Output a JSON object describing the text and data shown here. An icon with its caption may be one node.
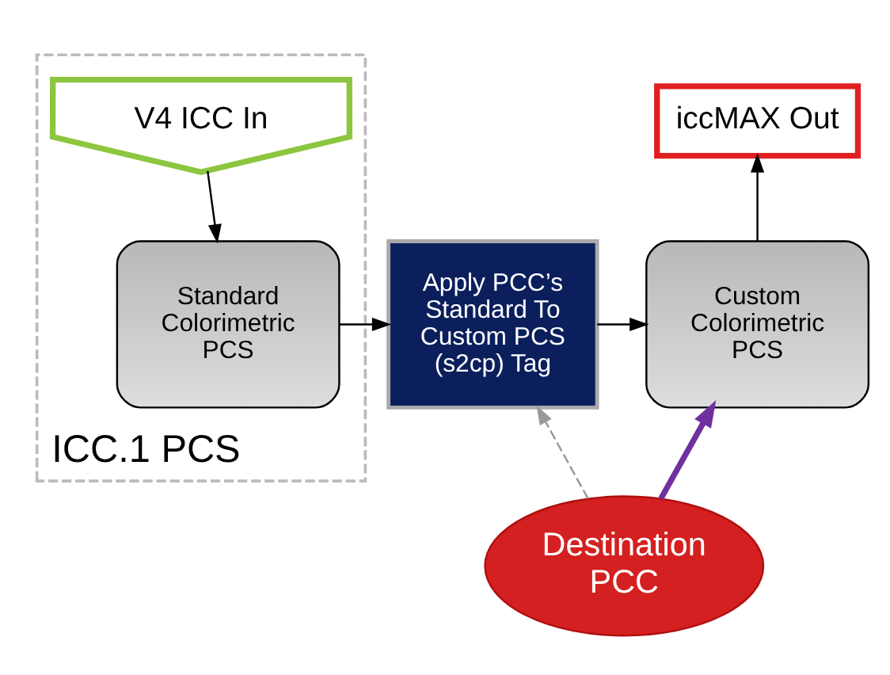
{
  "diagram": {
    "nodes": [
      {
        "text": [
          "ICC.1 PCS"
        ]
      },
      {
        "text": [
          "V4 ICC In"
        ],
        "in": 0
      },
      {
        "text": [
          "Standard Colorimetric PCS"
        ],
        "in": 0
      },
      {
        "text": [
          "Apply PCC’s Standard To Custom PCS (s2cp) Tag"
        ]
      },
      {
        "text": [
          "iccMAX Out"
        ]
      },
      {
        "text": [
          "Custom Colorimetric PCS"
        ]
      },
      {
        "text": [
          "Destination PCC"
        ]
      }
    ],
    "edges": [
      {
        "from": 1,
        "to": 2,
        "arrow": "to"
      },
      {
        "from": 2,
        "to": 3,
        "arrow": "to"
      },
      {
        "from": 3,
        "to": 5,
        "arrow": "to"
      },
      {
        "from": 5,
        "to": 4,
        "arrow": "to"
      },
      {
        "from": 6,
        "to": 5,
        "arrow": "to",
        "style": "thick",
        "color": "#7030a0"
      },
      {
        "from": 6,
        "to": 3,
        "arrow": "to",
        "style": "dashed",
        "color": "#999999"
      }
    ]
  }
}
